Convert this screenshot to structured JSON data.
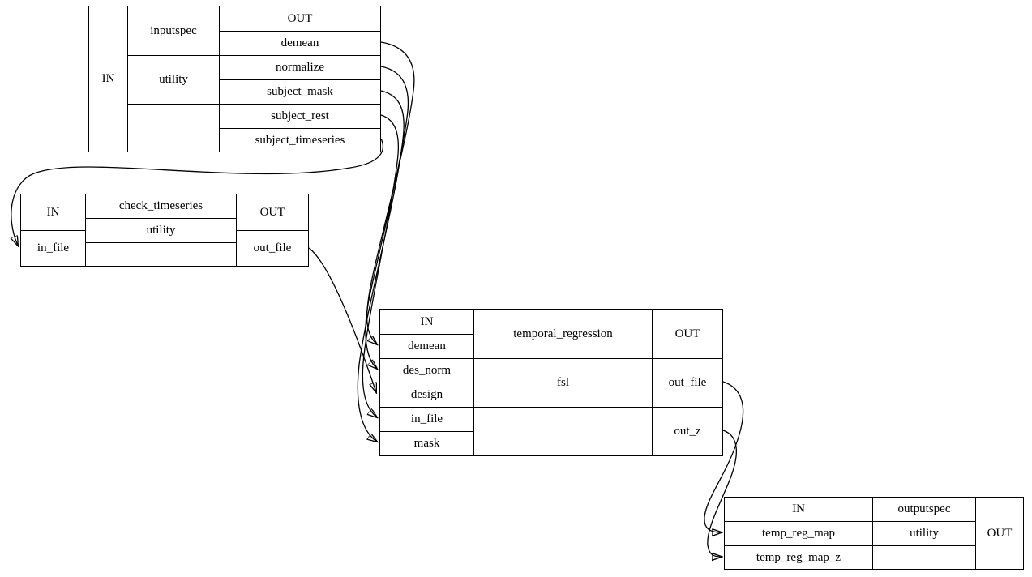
{
  "colors": {
    "background": "#ffffff",
    "line": "#000000",
    "text": "#000000"
  },
  "diagram_type": "workflow-graph",
  "nodes": {
    "inputspec": {
      "in_label": "IN",
      "title": "inputspec",
      "package": "utility",
      "out_label": "OUT",
      "outputs": [
        "demean",
        "normalize",
        "subject_mask",
        "subject_rest",
        "subject_timeseries"
      ]
    },
    "check_timeseries": {
      "in_label": "IN",
      "inputs": [
        "in_file"
      ],
      "title": "check_timeseries",
      "package": "utility",
      "out_label": "OUT",
      "outputs": [
        "out_file"
      ]
    },
    "temporal_regression": {
      "in_label": "IN",
      "inputs": [
        "demean",
        "des_norm",
        "design",
        "in_file",
        "mask"
      ],
      "title": "temporal_regression",
      "package": "fsl",
      "out_label": "OUT",
      "outputs": [
        "out_file",
        "out_z"
      ]
    },
    "outputspec": {
      "in_label": "IN",
      "inputs": [
        "temp_reg_map",
        "temp_reg_map_z"
      ],
      "title": "outputspec",
      "package": "utility",
      "out_label": "OUT"
    }
  },
  "edges": [
    {
      "from": "inputspec.demean",
      "to": "temporal_regression.demean"
    },
    {
      "from": "inputspec.normalize",
      "to": "temporal_regression.des_norm"
    },
    {
      "from": "inputspec.subject_mask",
      "to": "temporal_regression.mask"
    },
    {
      "from": "inputspec.subject_rest",
      "to": "temporal_regression.in_file"
    },
    {
      "from": "inputspec.subject_timeseries",
      "to": "check_timeseries.in_file"
    },
    {
      "from": "check_timeseries.out_file",
      "to": "temporal_regression.design"
    },
    {
      "from": "temporal_regression.out_file",
      "to": "outputspec.temp_reg_map"
    },
    {
      "from": "temporal_regression.out_z",
      "to": "outputspec.temp_reg_map_z"
    }
  ]
}
